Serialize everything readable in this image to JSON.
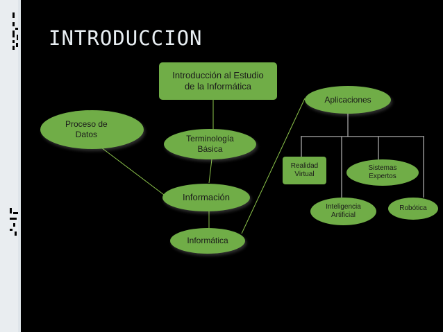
{
  "slide": {
    "title": "INTRODUCCION",
    "accent": "#70ad47",
    "background": "#000000",
    "text_color": "#e8eef2"
  },
  "diagram": {
    "nodes": {
      "intro_estudio": "Introducción al Estudio\nde la Informática",
      "proceso_datos": "Proceso de\nDatos",
      "terminologia": "Terminología\nBásica",
      "informacion": "Información",
      "informatica": "Informática",
      "aplicaciones": "Aplicaciones",
      "realidad_virtual": "Realidad\nVirtual",
      "sistemas_expertos": "Sistemas\nExpertos",
      "inteligencia_artificial": "Inteligencia\nArtificial",
      "robotica": "Robótica"
    },
    "edges": [
      [
        "intro_estudio",
        "terminologia"
      ],
      [
        "terminologia",
        "informacion"
      ],
      [
        "proceso_datos",
        "informacion"
      ],
      [
        "informacion",
        "informatica"
      ],
      [
        "informatica",
        "aplicaciones"
      ],
      [
        "aplicaciones",
        "realidad_virtual"
      ],
      [
        "aplicaciones",
        "inteligencia_artificial"
      ],
      [
        "aplicaciones",
        "sistemas_expertos"
      ],
      [
        "aplicaciones",
        "robotica"
      ]
    ]
  }
}
